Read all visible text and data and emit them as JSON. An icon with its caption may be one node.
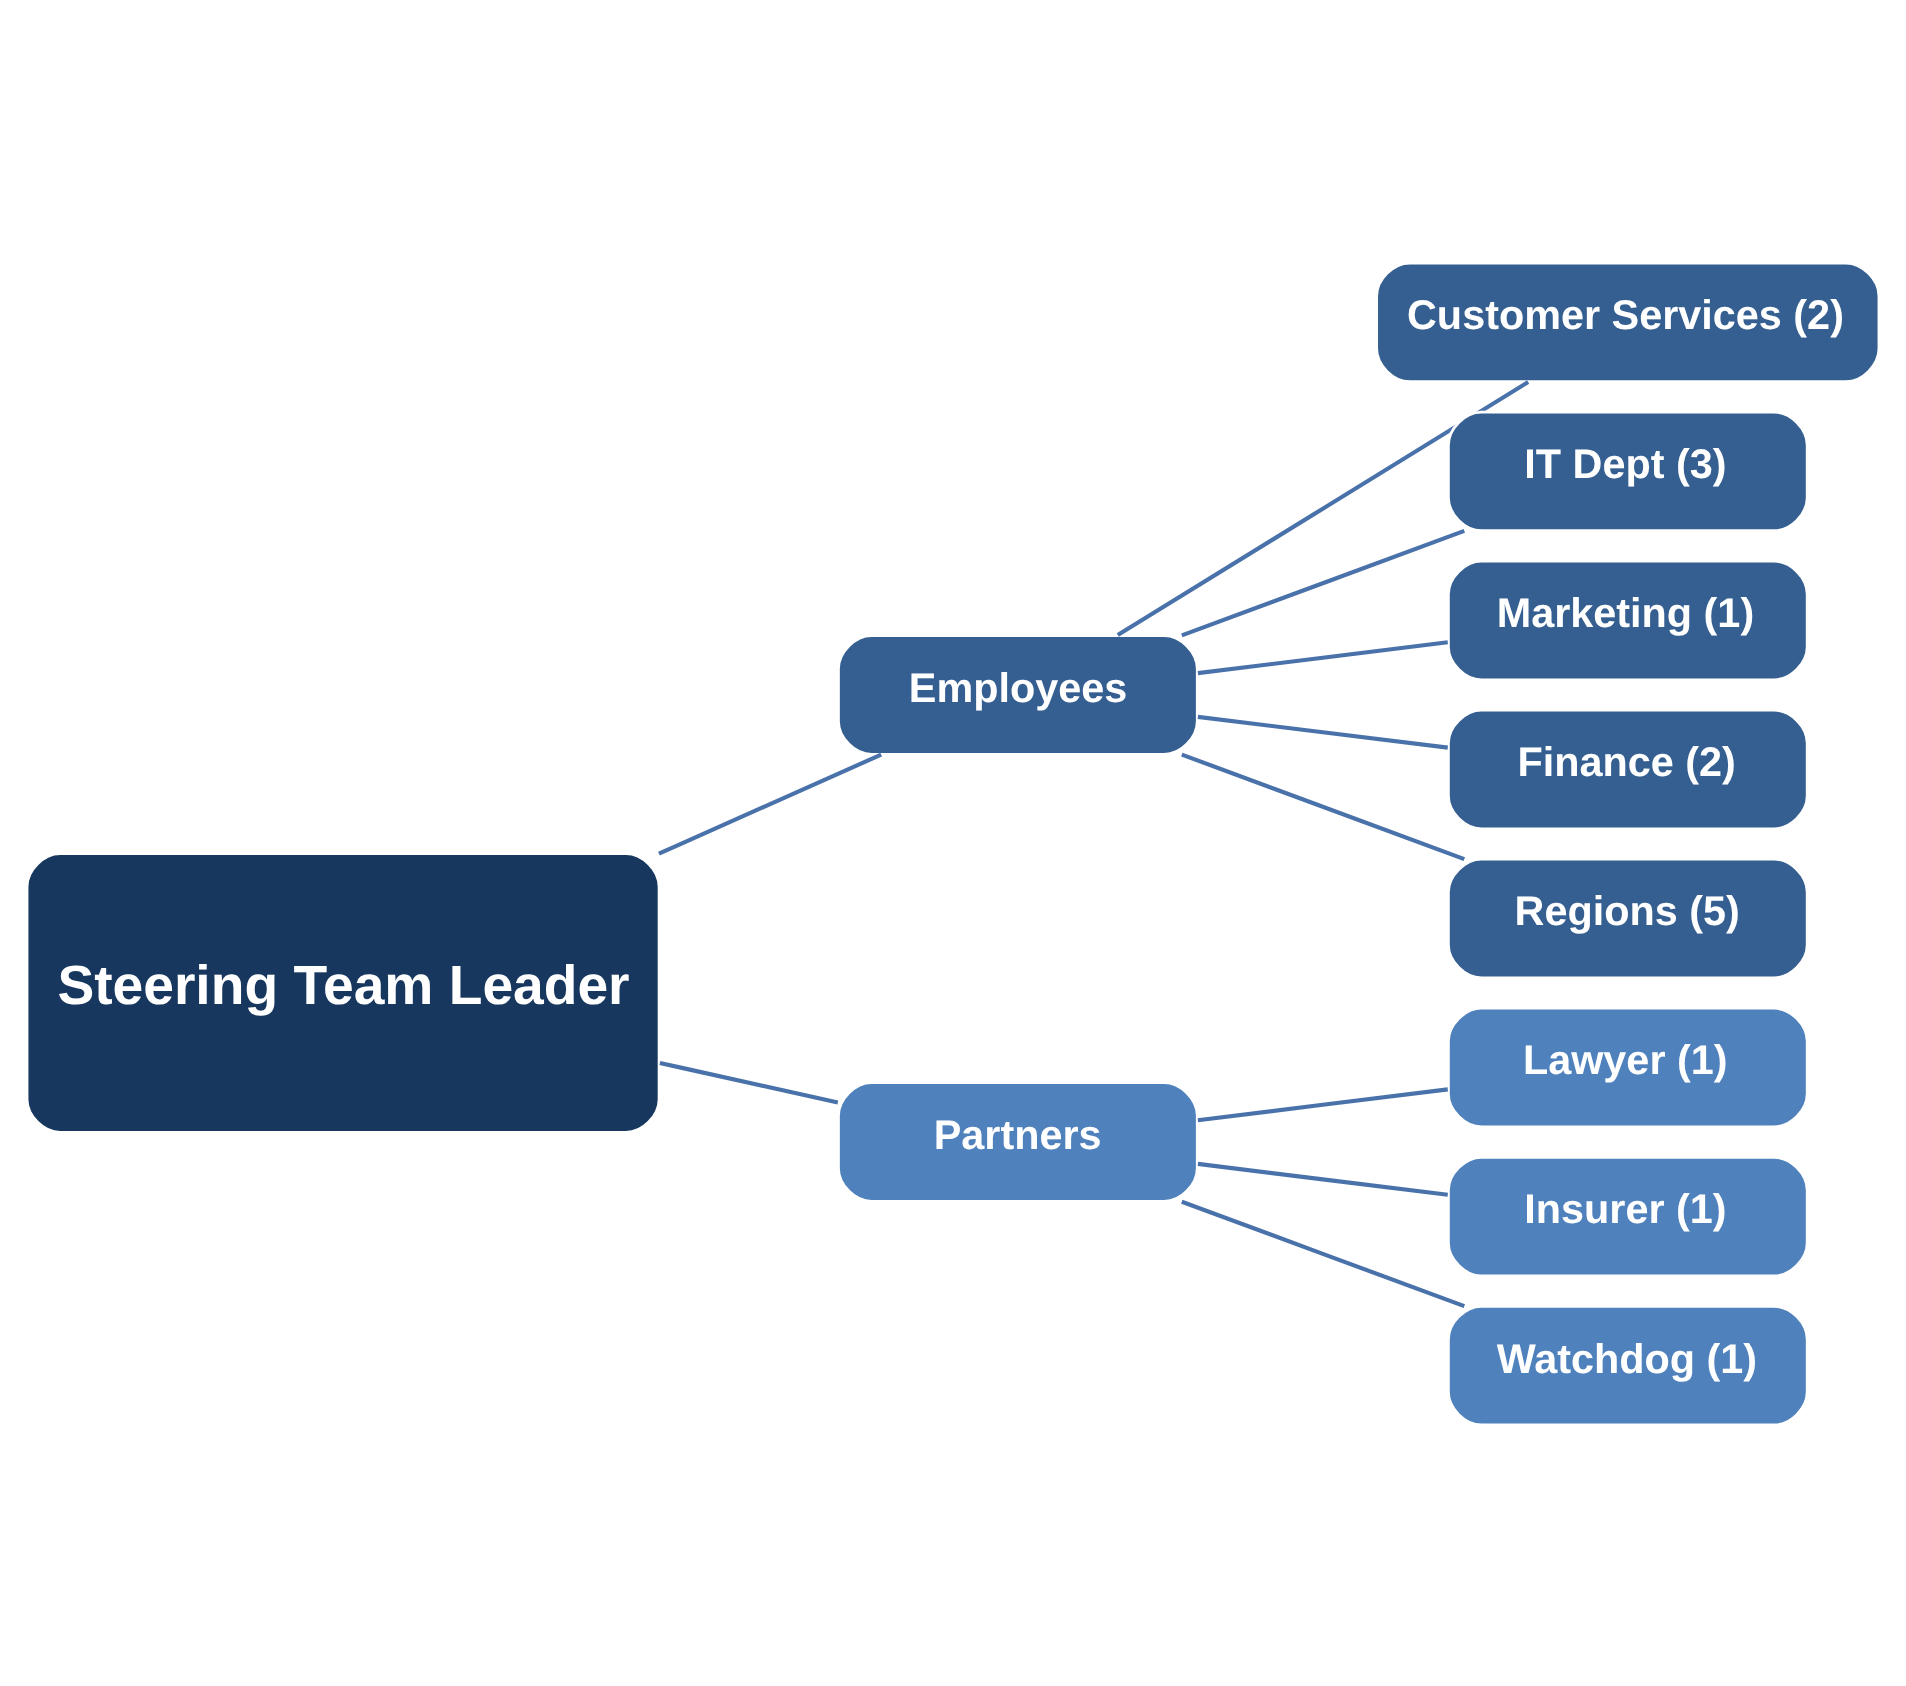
{
  "diagram": {
    "nodes": [
      {
        "text": [
          "Steering Team Leader"
        ]
      },
      {
        "text": [
          "Employees"
        ]
      },
      {
        "text": [
          "Customer Services (2)"
        ]
      },
      {
        "text": [
          "IT Dept (3)"
        ]
      },
      {
        "text": [
          "Marketing (1)"
        ]
      },
      {
        "text": [
          "Finance (2)"
        ]
      },
      {
        "text": [
          "Regions (5)"
        ]
      },
      {
        "text": [
          "Partners"
        ]
      },
      {
        "text": [
          "Lawyer (1)"
        ]
      },
      {
        "text": [
          "Insurer (1)"
        ]
      },
      {
        "text": [
          "Watchdog (1)"
        ]
      }
    ],
    "edges": [
      {
        "from": 0,
        "to": 1,
        "arrow": "none"
      },
      {
        "from": 0,
        "to": 7,
        "arrow": "none"
      },
      {
        "from": 1,
        "to": 2,
        "arrow": "none"
      },
      {
        "from": 1,
        "to": 3,
        "arrow": "none"
      },
      {
        "from": 1,
        "to": 4,
        "arrow": "none"
      },
      {
        "from": 1,
        "to": 5,
        "arrow": "none"
      },
      {
        "from": 1,
        "to": 6,
        "arrow": "none"
      },
      {
        "from": 7,
        "to": 8,
        "arrow": "none"
      },
      {
        "from": 7,
        "to": 9,
        "arrow": "none"
      },
      {
        "from": 7,
        "to": 10,
        "arrow": "none"
      }
    ]
  }
}
